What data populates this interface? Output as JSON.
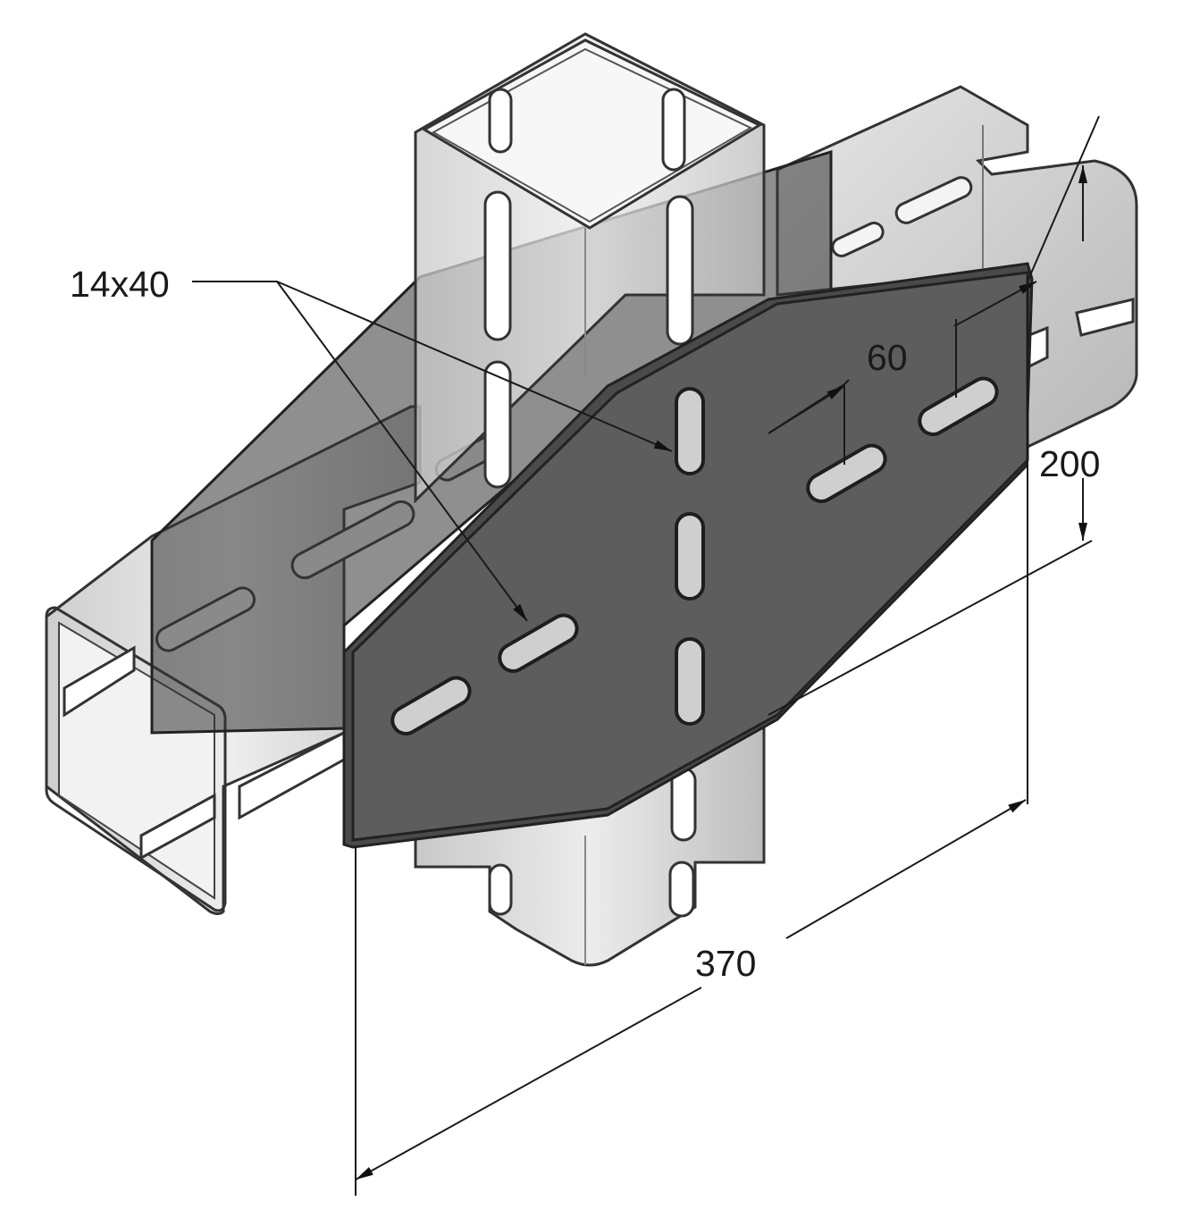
{
  "drawing": {
    "labels": {
      "slot_size": "14x40",
      "slot_pitch": "60",
      "plate_height": "200",
      "plate_length": "370"
    },
    "colors": {
      "background": "#ffffff",
      "plate": "#5a5a5a",
      "plate_edge": "#2b2b2b",
      "channel": "#d6d6d6",
      "channel_edge": "#333333",
      "dimension_line": "#1a1a1a"
    },
    "components": [
      "base-plate",
      "vertical-channel",
      "horizontal-channel",
      "gusset-plate"
    ]
  }
}
